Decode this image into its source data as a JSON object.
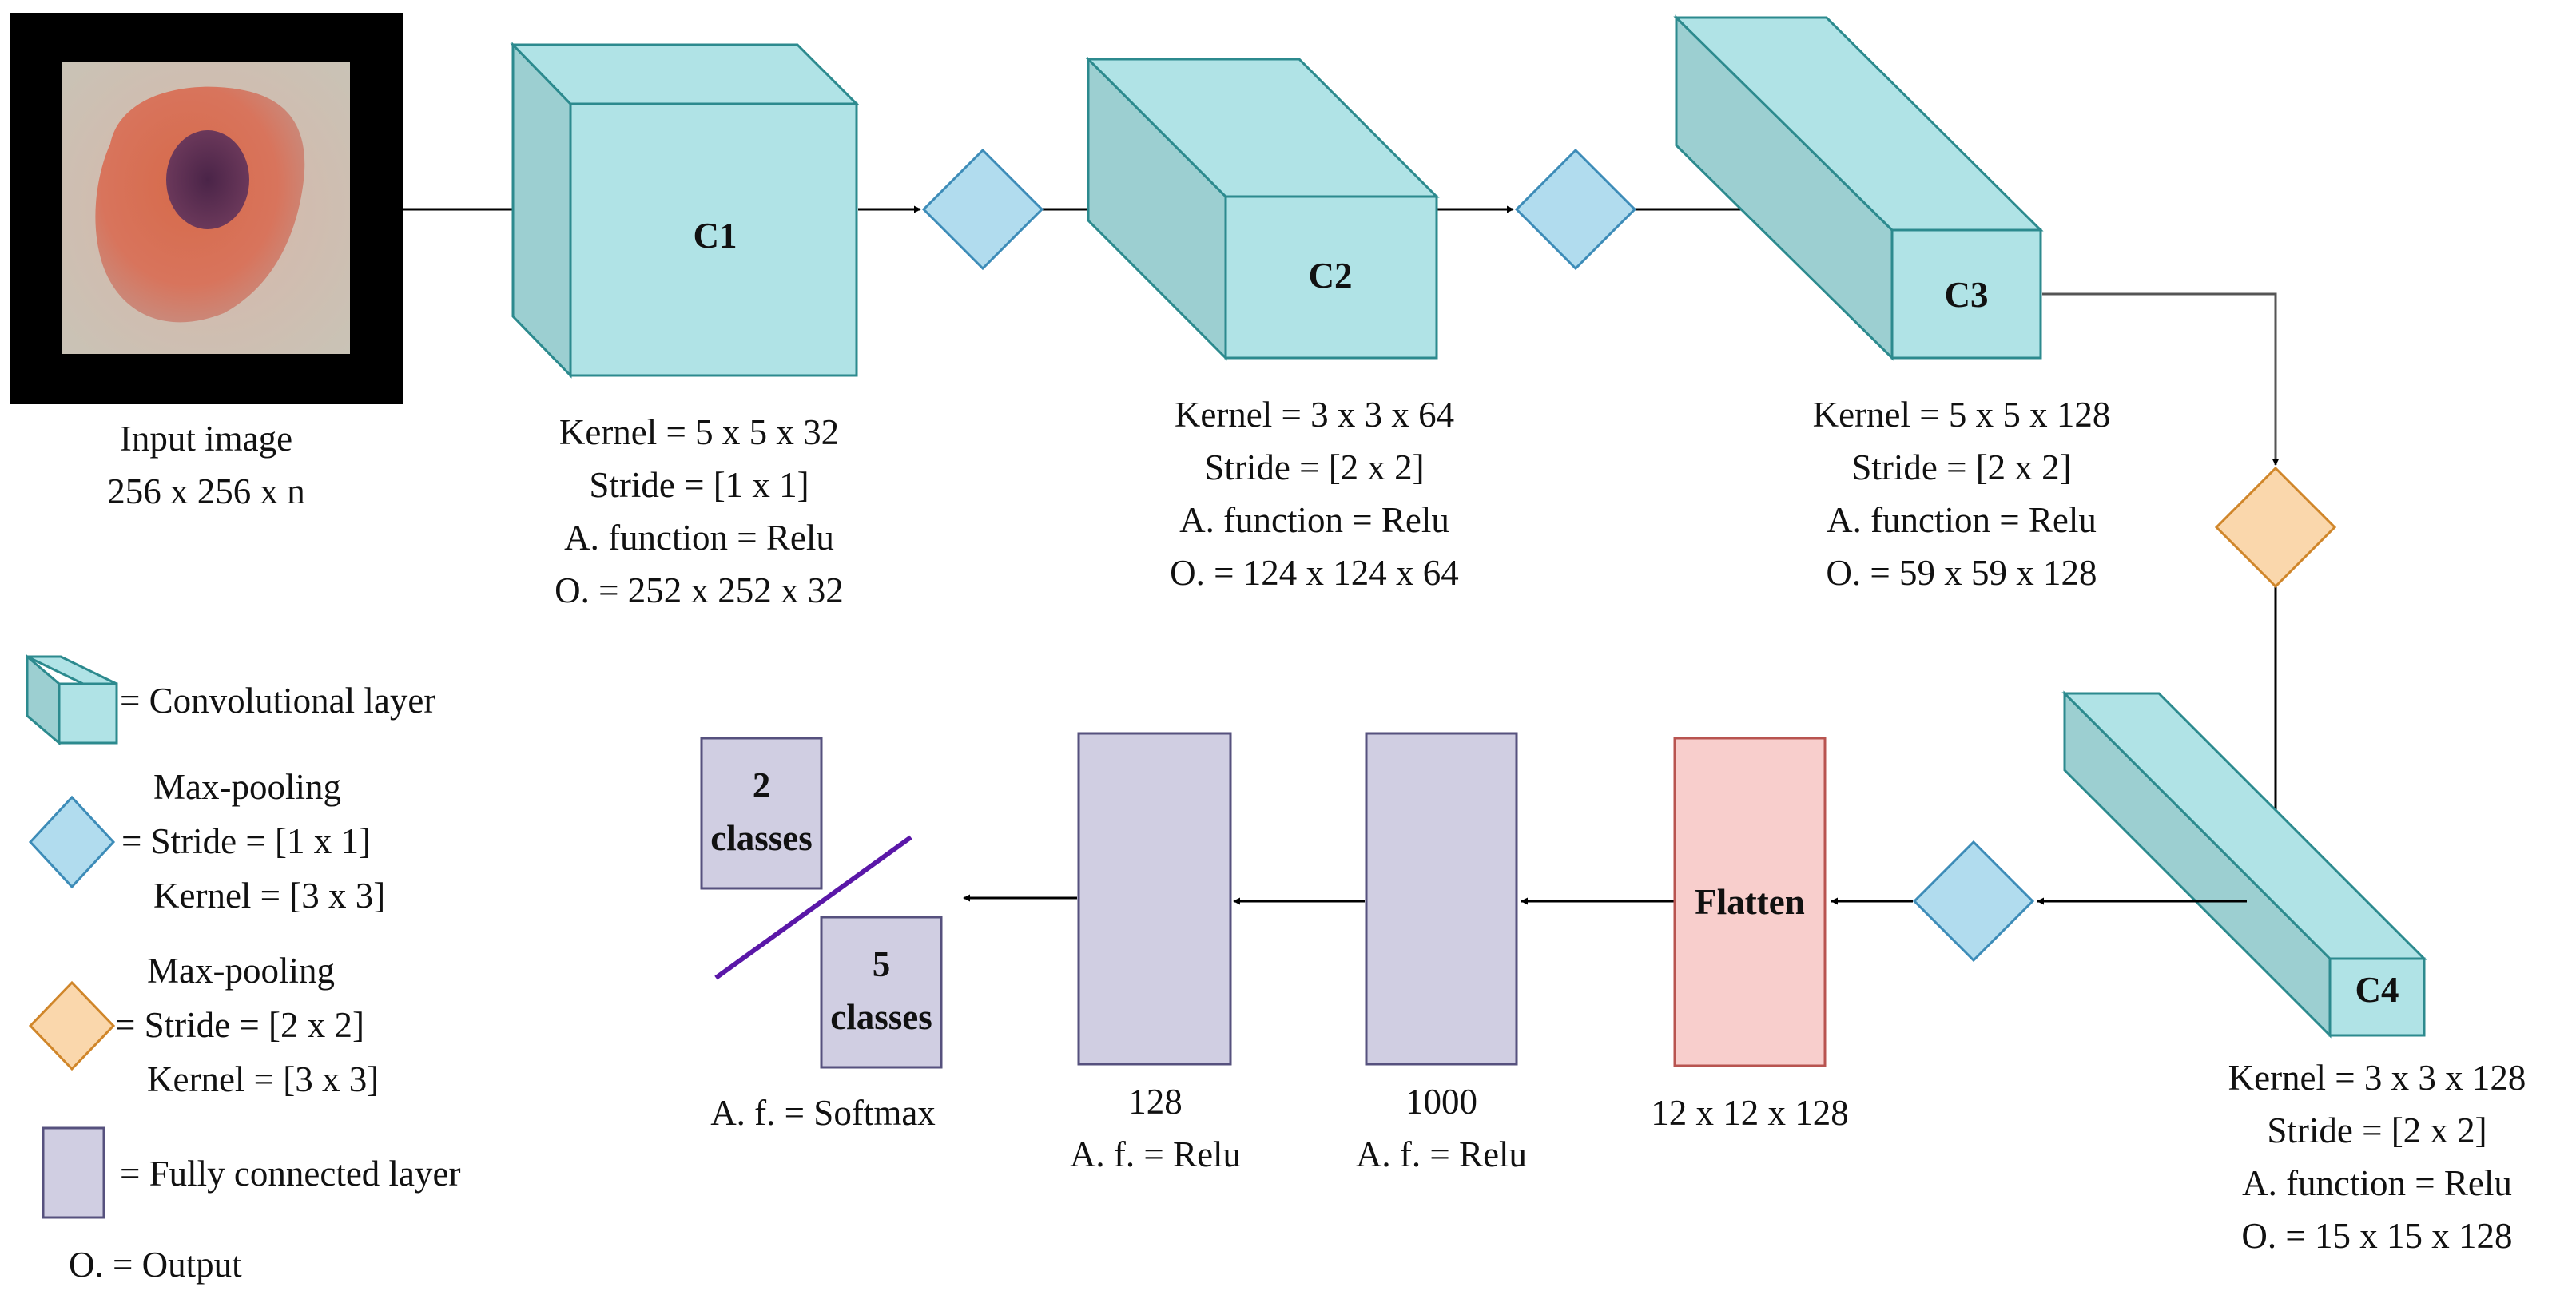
{
  "colors": {
    "conv_front": "#b0e3e6",
    "conv_side": "#9ccfd1",
    "conv_stroke": "#2c8a8e",
    "pool1_fill": "#b1dcee",
    "pool1_stroke": "#3d8cb8",
    "pool2_fill": "#fad7ac",
    "pool2_stroke": "#d0862a",
    "fc_fill": "#d0cee2",
    "fc_stroke": "#56517e",
    "flatten_fill": "#f8cecc",
    "flatten_stroke": "#b85450",
    "divider": "#5a17a8",
    "arrow": "#000000"
  },
  "input": {
    "label": "Input image",
    "size": "256 x 256 x n"
  },
  "layers": {
    "c1": {
      "name": "C1",
      "kernel": "Kernel = 5 x 5 x 32",
      "stride": "Stride = [1 x 1]",
      "activation": "A. function = Relu",
      "output": "O. = 252 x 252 x 32"
    },
    "c2": {
      "name": "C2",
      "kernel": "Kernel = 3 x 3 x 64",
      "stride": "Stride = [2 x 2]",
      "activation": "A. function = Relu",
      "output": "O. = 124 x 124 x 64"
    },
    "c3": {
      "name": "C3",
      "kernel": "Kernel = 5 x 5 x 128",
      "stride": "Stride = [2 x 2]",
      "activation": "A. function = Relu",
      "output": "O. = 59 x 59 x 128"
    },
    "c4": {
      "name": "C4",
      "kernel": "Kernel = 3 x 3 x 128",
      "stride": "Stride = [2 x 2]",
      "activation": "A. function = Relu",
      "output": "O. = 15 x 15 x 128"
    },
    "flatten": {
      "name": "Flatten",
      "size": "12 x 12 x 128"
    },
    "fc1000": {
      "units": "1000",
      "activation": "A. f. = Relu"
    },
    "fc128": {
      "units": "128",
      "activation": "A. f. = Relu"
    },
    "output": {
      "two": "2",
      "two_classes": "classes",
      "five": "5",
      "five_classes": "classes",
      "activation": "A. f. = Softmax"
    }
  },
  "legend": {
    "conv": "= Convolutional layer",
    "pool1_title": "Max-pooling",
    "pool1_stride": "= Stride = [1 x 1]",
    "pool1_kernel": "Kernel = [3 x 3]",
    "pool2_title": "Max-pooling",
    "pool2_stride": "= Stride = [2 x 2]",
    "pool2_kernel": "Kernel = [3 x 3]",
    "fc": "= Fully connected layer",
    "output": "O. = Output"
  }
}
